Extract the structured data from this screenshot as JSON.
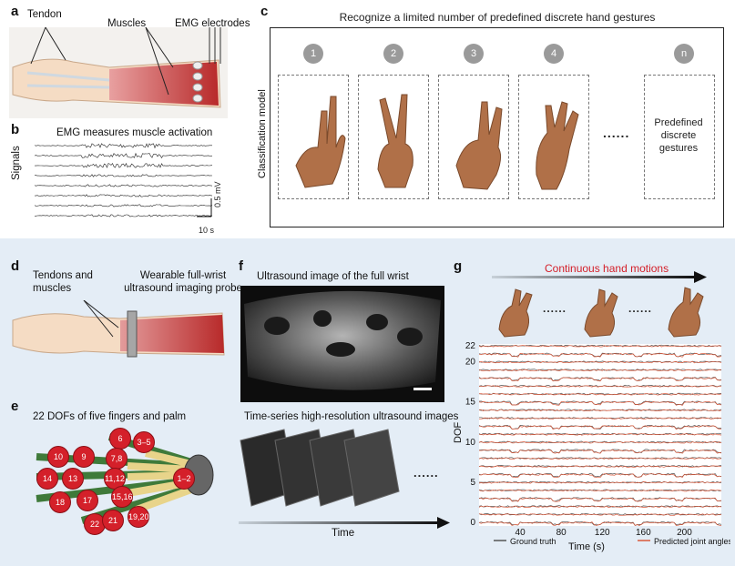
{
  "panel_a": {
    "letter": "a",
    "tendon_label": "Tendon",
    "muscles_label": "Muscles",
    "electrodes_label": "EMG electrodes"
  },
  "panel_b": {
    "letter": "b",
    "title": "EMG measures muscle activation",
    "ylabel": "Signals",
    "scale_v": "0.5 mV",
    "scale_t": "10 s"
  },
  "panel_c": {
    "letter": "c",
    "title": "Recognize a limited number of predefined discrete hand gestures",
    "side_label": "Classification model",
    "gestures": [
      "1",
      "2",
      "3",
      "4",
      "n"
    ],
    "ellipsis": "......",
    "last_box_text": "Predefined discrete gestures"
  },
  "panel_d": {
    "letter": "d",
    "tendons_label": "Tendons and muscles",
    "probe_label": "Wearable full-wrist ultrasound imaging probe"
  },
  "panel_e": {
    "letter": "e",
    "title": "22 DOFs of five fingers and palm",
    "dofs": [
      "6",
      "3–5",
      "10",
      "9",
      "7,8",
      "14",
      "13",
      "11,12",
      "1–2",
      "18",
      "17",
      "15,16",
      "22",
      "21",
      "19,20"
    ]
  },
  "panel_f": {
    "letter": "f",
    "title1": "Ultrasound image of the full wrist",
    "title2": "Time-series high-resolution ultrasound images",
    "ellipsis": "......",
    "time_label": "Time"
  },
  "panel_g": {
    "letter": "g",
    "arrow_title": "Continuous hand motions",
    "ellipsis": "......",
    "colors": {
      "ground_truth": "#555555",
      "predicted": "#d9583a",
      "accent": "#d4202a"
    }
  },
  "chart_data": {
    "type": "line",
    "xlabel": "Time (s)",
    "ylabel": "DOF",
    "x_ticks": [
      "40",
      "80",
      "120",
      "160",
      "200"
    ],
    "y_ticks": [
      "0",
      "5",
      "10",
      "15",
      "20",
      "22"
    ],
    "xlim": [
      0,
      236
    ],
    "ylim": [
      0,
      22
    ],
    "legend": [
      "Ground truth",
      "Predicted joint angles"
    ],
    "legend_position": "bottom"
  }
}
